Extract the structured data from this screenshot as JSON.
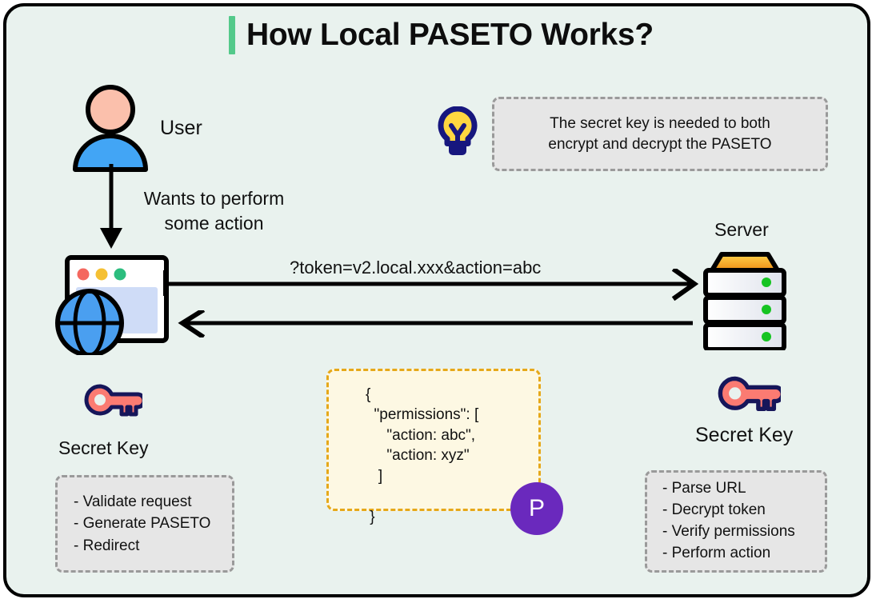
{
  "page": {
    "title": "How Local PASETO Works?",
    "background": "#e9f2ee",
    "accent": "#53c98a",
    "border": "#000000"
  },
  "actors": {
    "user_label": "User",
    "user_action": "Wants to perform\nsome action",
    "server_label": "Server",
    "secret_key_left": "Secret Key",
    "secret_key_right": "Secret Key"
  },
  "flow": {
    "request_label": "?token=v2.local.xxx&action=abc",
    "request_direction": "right",
    "response_direction": "left"
  },
  "tip": {
    "text": "The secret key is needed to both\nencrypt and decrypt the PASETO",
    "icon": "lightbulb-icon"
  },
  "client_steps": {
    "lines": [
      "- Validate request",
      "- Generate PASETO",
      "- Redirect"
    ]
  },
  "server_steps": {
    "lines": [
      "- Parse URL",
      "- Decrypt token",
      "- Verify permissions",
      "- Perform action"
    ]
  },
  "payload": {
    "json": "{\n  \"permissions\": [\n     \"action: abc\",\n     \"action: xyz\"\n   ]\n\n }",
    "badge_letter": "P",
    "badge_color": "#6a29bd",
    "box_fill": "#fdf8e3",
    "box_border": "#e6a819"
  },
  "colors": {
    "user_head": "#fbc0ac",
    "user_body": "#42a5f5",
    "key_fill": "#fb7b72",
    "key_outline": "#16165a",
    "bulb_glass": "#ffd740",
    "bulb_outline": "#17177e",
    "server_top": "#f7a51c",
    "server_led": "#16c422",
    "browser_dot_red": "#f4685f",
    "browser_dot_yellow": "#f5c033",
    "browser_dot_green": "#2cbd7e",
    "globe_blue": "#4a9ff0"
  }
}
